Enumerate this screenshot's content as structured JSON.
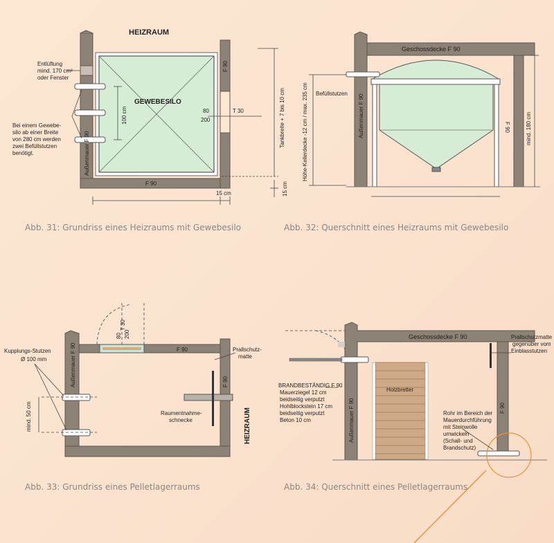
{
  "colors": {
    "wall": "#8c8276",
    "wall_dark": "#655d55",
    "silo": "#d7ecd5",
    "wood": "#cda986",
    "accent": "#e7913a",
    "dim": "#444444"
  },
  "fig31": {
    "title": "HEIZRAUM",
    "silo": "GEWEBESILO",
    "vent_1": "Entlüftung",
    "vent_2": "mind. 170 cm²",
    "vent_3": "oder Fenster",
    "note": [
      "Bei einem Gewebe-",
      "silo  ab einer Breite",
      "von 280 cm werden",
      "zwei Befüllstutzen",
      "benötigt."
    ],
    "f90_top": "F 90",
    "f90_bottom": "F 90",
    "outer_wall": "Außenmauer F 90",
    "dim_100": "100 cm",
    "door_80": "80",
    "door_200": "200",
    "t30": "T 30",
    "tank_width": "Tankbreite + 7 bis 10 cm",
    "dim_15a": "15 cm",
    "dim_15b": "15 cm",
    "caption": "Abb. 31: Grundriss eines Heizraums mit Gewebesilo"
  },
  "fig32": {
    "ceiling": "Geschossdecke F 90",
    "fill": "Befüllstutzen",
    "outer_wall": "Außenmauer F 90",
    "height": "Höhe-Kellerdecke -12 cm / max. 235 cm",
    "f90": "F 90",
    "min180": "mind. 180 cm",
    "caption": "Abb. 32: Querschnitt eines Heizraums mit Gewebesilo"
  },
  "fig33": {
    "coupling_1": "Kupplungs-Stutzen",
    "coupling_2": "Ø 100 mm",
    "outer_wall": "Außenmauer F 90",
    "door_80": "80",
    "door_200": "200",
    "t30": "T 30",
    "f90_top": "F 90",
    "f90_right": "F 90",
    "mat_1": "Prallschutz-",
    "mat_2": "matte",
    "screw_1": "Raumentnahme-",
    "screw_2": "schnecke",
    "heizraum": "HEIZRAUM",
    "dim_50": "mind. 50 cm",
    "caption": "Abb. 33: Grundriss eines Pelletlagerraums"
  },
  "fig34": {
    "ceiling": "Geschossdecke F 90",
    "mat": [
      "Prallschutzmatte",
      "gegenüber vom",
      "Einblasstutzen"
    ],
    "fire_title": "BRANDBESTÄNDIG F 90",
    "fire_lines": [
      "Mauerziegel 12 cm",
      "beidseitig verputzt",
      "Hohlblockstein 17 cm",
      "beidseitig verputzt",
      "Beton 10 cm"
    ],
    "wood": "Holzbretter",
    "outer_wall": "Außenmauer F 90",
    "f90": "F 90",
    "pipe": [
      "Rohr im Bereich der",
      "Mauerdurchführung",
      "mit Steinwolle",
      "umwickeln",
      "(Schall- und",
      "Brandschutz)"
    ],
    "caption": "Abb. 34: Querschnitt eines Pelletlagerraums"
  }
}
